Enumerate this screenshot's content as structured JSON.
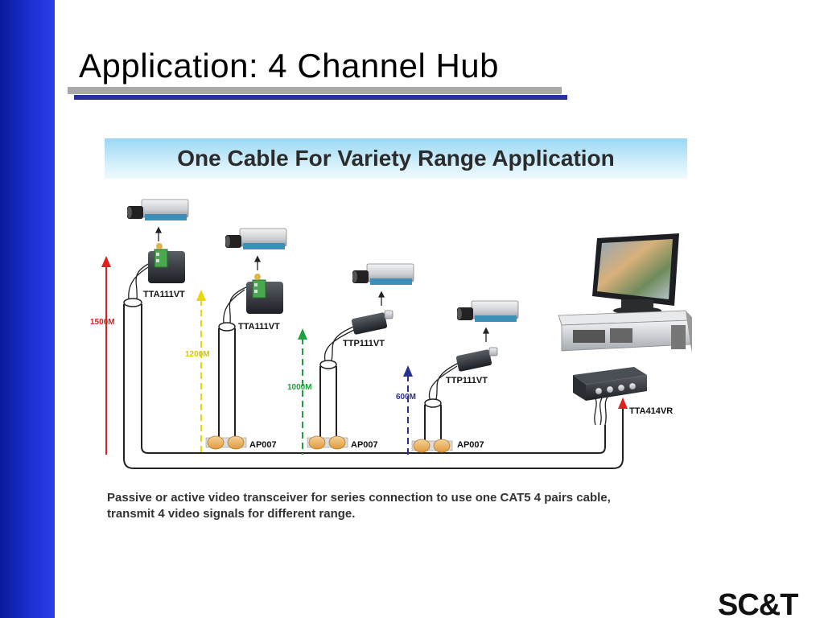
{
  "slide": {
    "title": "Application: 4 Channel Hub"
  },
  "banner": {
    "text": "One Cable For Variety Range Application"
  },
  "devices": {
    "tta111vt_1": "TTA111VT",
    "tta111vt_2": "TTA111VT",
    "ttp111vt_1": "TTP111VT",
    "ttp111vt_2": "TTP111VT",
    "ap007_1": "AP007",
    "ap007_2": "AP007",
    "ap007_3": "AP007",
    "tta414vr": "TTA414VR"
  },
  "distances": {
    "d1500": {
      "text": "1500M",
      "color": "#e02020"
    },
    "d1200": {
      "text": "1200M",
      "color": "#e8d800"
    },
    "d1000": {
      "text": "1000M",
      "color": "#20a040"
    },
    "d600": {
      "text": "600M",
      "color": "#2a3090"
    }
  },
  "caption": {
    "line1": "Passive or active video transceiver for series connection to use one CAT5 4 pairs cable,",
    "line2": "transmit 4 video signals for different range."
  },
  "logo": {
    "text": "SC&T",
    "color": "#111111"
  },
  "colors": {
    "sidebar": "#1b2fd2",
    "title_rule_blue": "#2a2f9e",
    "title_rule_grey": "#a8a8a8"
  }
}
